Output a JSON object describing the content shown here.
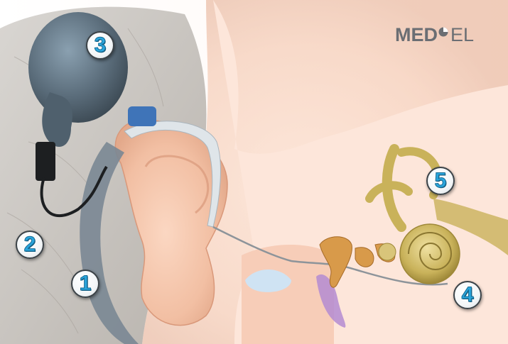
{
  "brand": {
    "logo_primary": "MED",
    "logo_secondary": "EL",
    "logo_color": "#6b6e73"
  },
  "markers": [
    {
      "number": "1",
      "part": "implant-coil"
    },
    {
      "number": "2",
      "part": "processor-cable"
    },
    {
      "number": "3",
      "part": "audio-processor"
    },
    {
      "number": "4",
      "part": "electrode-array"
    },
    {
      "number": "5",
      "part": "inner-ear"
    }
  ],
  "colors": {
    "marker_number": "#2aa5dc",
    "processor": "#5a6c7a",
    "skin": "#f6c9ad",
    "ossicles": "#d89a4a",
    "cochlea": "#c9b25a"
  }
}
